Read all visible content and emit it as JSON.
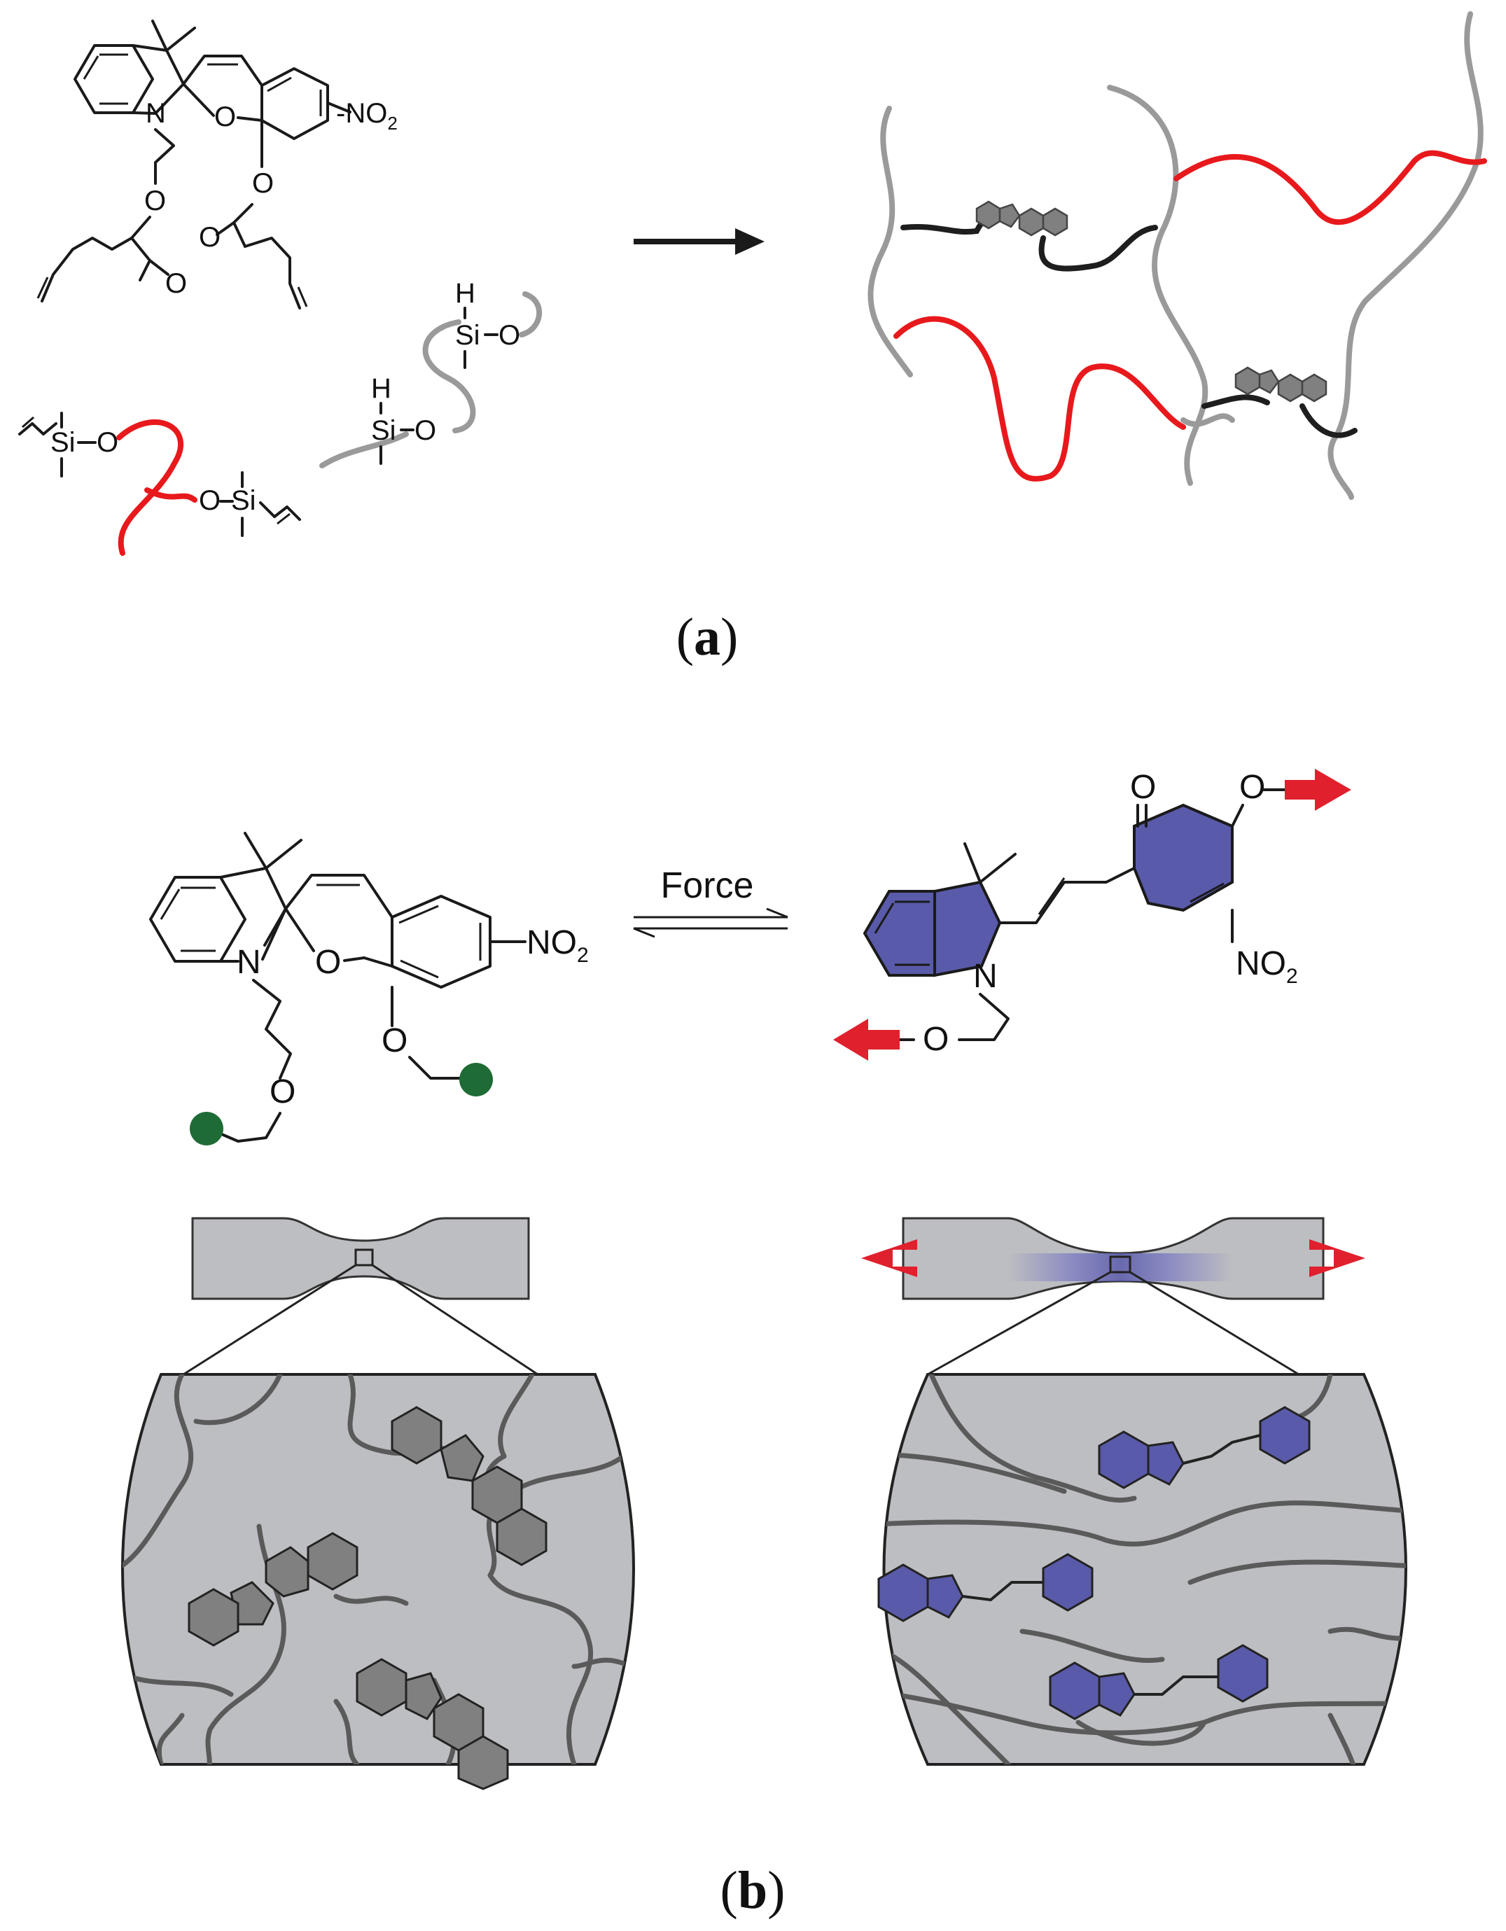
{
  "colors": {
    "red_chain": "#e8191c",
    "gray_chain": "#9a9a9a",
    "black_chain": "#1e1e1e",
    "ring_gray": "#808080",
    "mero_blue": "#5a5aaa",
    "green_bead": "#1e6b35",
    "force_arrow": "#e0202d",
    "sample_fill": "#bdbec1",
    "network_line": "#5a5a5a"
  },
  "panel_a": {
    "label_open": "(",
    "label_letter": "a",
    "label_close": ")",
    "monomer": {
      "nitro_group": "-NO",
      "nitro_sub": "2",
      "n_atom": "N",
      "o_ring": "O",
      "o_ester1": "O",
      "o_ester1_carbonyl": "O",
      "o_ester2": "O",
      "o_ester2_carbonyl": "O"
    },
    "vinyl_siloxane": {
      "si_left": "Si",
      "o_left": "O",
      "o_right": "O",
      "si_right": "Si"
    },
    "hydride_siloxane": {
      "h_top": "H",
      "si_top": "Si",
      "o_top": "O",
      "h_bottom": "H",
      "si_bottom": "Si",
      "o_bottom": "O"
    }
  },
  "panel_b": {
    "label_open": "(",
    "label_letter": "b",
    "label_close": ")",
    "equilibrium_label": "Force",
    "spiropyran": {
      "n_atom": "N",
      "o_ring": "O",
      "nitro_group": "NO",
      "nitro_sub": "2",
      "o_linker_right": "O",
      "o_linker_left": "O"
    },
    "merocyanine": {
      "carbonyl_o": "O",
      "phenoxy_o": "O",
      "n_atom": "N",
      "nitro_group": "NO",
      "nitro_sub": "2",
      "linker_o": "O"
    }
  }
}
